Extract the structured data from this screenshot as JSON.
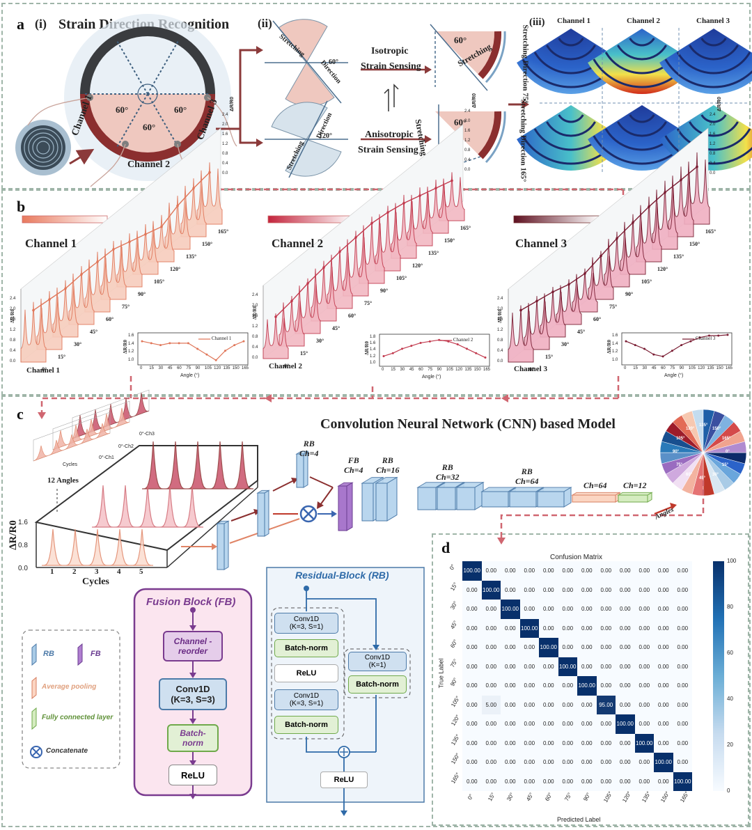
{
  "panel_a": {
    "label": "a",
    "section_i": "(i)",
    "title": "Strain Direction Recognition",
    "section_ii": "(ii)",
    "section_iii": "(iii)",
    "channel_1": "Channel 1",
    "channel_2": "Channel 2",
    "channel_3": "Channel 3",
    "angle_60": "60°",
    "angle_120": "120°",
    "isotropic_line1": "Isotropic",
    "isotropic_line2": "Strain Sensing",
    "anisotropic_line1": "Anisotropic",
    "anisotropic_line2": "Strain Sensing",
    "stretching": "Stretching",
    "direction": "Direction",
    "sim_col1": "Channel 1",
    "sim_col2": "Channel 2",
    "sim_col3": "Channel 3",
    "row1_label": "Stretching Direction 75°",
    "row2_label": "Stretching Direction 165°"
  },
  "panel_b": {
    "label": "b",
    "ch1": "Channel 1",
    "ch2": "Channel 2",
    "ch3": "Channel 3",
    "z_ticks": [
      "2.4",
      "2.0",
      "1.6",
      "1.2",
      "0.8",
      "0.4",
      "0.0"
    ],
    "z_label": "ΔR/R0",
    "angle_ticks": [
      "0°",
      "15°",
      "30°",
      "45°",
      "60°",
      "75°",
      "90°",
      "105°",
      "120°",
      "135°",
      "150°",
      "165°"
    ],
    "inset_xlabel": "Angle (°)",
    "inset_xticks": [
      "0",
      "15",
      "30",
      "45",
      "60",
      "75",
      "90",
      "105",
      "120",
      "135",
      "150",
      "165"
    ],
    "inset_ylabel": "ΔR/R0",
    "inset1_yticks": [
      "1.6",
      "1.4",
      "1.2",
      "1.0"
    ],
    "inset2_yticks": [
      "1.8",
      "1.6",
      "1.4",
      "1.2",
      "1.0"
    ],
    "inset3_yticks": [
      "1.6",
      "1.4",
      "1.2",
      "1.0"
    ]
  },
  "panel_c": {
    "label": "c",
    "title": "Convolution Neural Network (CNN) based Model",
    "angles_12": "12 Angles",
    "small_ch1": "0°-Ch1",
    "small_ch2": "0°-Ch2",
    "small_ch3": "0°-Ch3",
    "small_cycles": "Cycles",
    "main_ylabel": "ΔR/R0",
    "main_yticks": [
      "1.6",
      "0.8",
      "0.0"
    ],
    "main_xlabel": "Cycles",
    "main_xticks": [
      "1",
      "2",
      "3",
      "4",
      "5"
    ],
    "rb_ch4": "RB",
    "rb_ch4_ch": "Ch=4",
    "fb_label": "FB",
    "fb_ch": "Ch=4",
    "rb16": "RB",
    "rb16_ch": "Ch=16",
    "rb32": "RB",
    "rb32_ch": "Ch=32",
    "rb64": "RB",
    "rb64_ch": "Ch=64",
    "ch64": "Ch=64",
    "ch12": "Ch=12",
    "angles_out": "Angles",
    "pie_labels": [
      "0°",
      "15°",
      "30°",
      "45°",
      "60°",
      "75°",
      "90°",
      "105°",
      "120°",
      "135°",
      "150°",
      "165°"
    ],
    "legend_rb": "RB",
    "legend_fb": "FB",
    "legend_pool": "Average pooling",
    "legend_fc": "Fully connected layer",
    "legend_concat": "Concatenate",
    "fb_title": "Fusion Block (FB)",
    "fb_step1": "Channel -reorder",
    "fb_step2a": "Conv1D",
    "fb_step2b": "(K=3, S=3)",
    "fb_step3": "Batch- norm",
    "fb_step4": "ReLU",
    "rb_title": "Residual-Block (RB)",
    "rb_conv_a": "Conv1D",
    "rb_conv_a_k": "(K=3, S=1)",
    "rb_bn": "Batch-norm",
    "rb_relu": "ReLU",
    "rb_conv_b": "Conv1D",
    "rb_conv_b_k": "(K=3, S=1)",
    "rb_bn2": "Batch-norm",
    "rb_skip_conv": "Conv1D",
    "rb_skip_k": "(K=1)",
    "rb_skip_bn": "Batch-norm",
    "rb_out_relu": "ReLU"
  },
  "panel_d": {
    "label": "d",
    "colors": {
      "high": "#08306b",
      "low": "#f7fbff"
    }
  },
  "chart_data": {
    "type": "heatmap",
    "title": "Confusion Matrix",
    "xlabel": "Predicted Label",
    "ylabel": "True Label",
    "x": [
      "0°",
      "15°",
      "30°",
      "45°",
      "60°",
      "75°",
      "90°",
      "105°",
      "120°",
      "135°",
      "150°",
      "165°"
    ],
    "y": [
      "0°",
      "15°",
      "30°",
      "45°",
      "60°",
      "75°",
      "90°",
      "105°",
      "120°",
      "135°",
      "150°",
      "165°"
    ],
    "values": [
      [
        100,
        0,
        0,
        0,
        0,
        0,
        0,
        0,
        0,
        0,
        0,
        0
      ],
      [
        0,
        100,
        0,
        0,
        0,
        0,
        0,
        0,
        0,
        0,
        0,
        0
      ],
      [
        0,
        0,
        100,
        0,
        0,
        0,
        0,
        0,
        0,
        0,
        0,
        0
      ],
      [
        0,
        0,
        0,
        100,
        0,
        0,
        0,
        0,
        0,
        0,
        0,
        0
      ],
      [
        0,
        0,
        0,
        0,
        100,
        0,
        0,
        0,
        0,
        0,
        0,
        0
      ],
      [
        0,
        0,
        0,
        0,
        0,
        100,
        0,
        0,
        0,
        0,
        0,
        0
      ],
      [
        0,
        0,
        0,
        0,
        0,
        0,
        100,
        0,
        0,
        0,
        0,
        0
      ],
      [
        0,
        5,
        0,
        0,
        0,
        0,
        0,
        95,
        0,
        0,
        0,
        0
      ],
      [
        0,
        0,
        0,
        0,
        0,
        0,
        0,
        0,
        100,
        0,
        0,
        0
      ],
      [
        0,
        0,
        0,
        0,
        0,
        0,
        0,
        0,
        0,
        100,
        0,
        0
      ],
      [
        0,
        0,
        0,
        0,
        0,
        0,
        0,
        0,
        0,
        0,
        100,
        0
      ],
      [
        0,
        0,
        0,
        0,
        0,
        0,
        0,
        0,
        0,
        0,
        0,
        100
      ]
    ],
    "colorbar_ticks": [
      "100",
      "80",
      "60",
      "40",
      "20",
      "0"
    ],
    "zlim": [
      0,
      100
    ]
  }
}
